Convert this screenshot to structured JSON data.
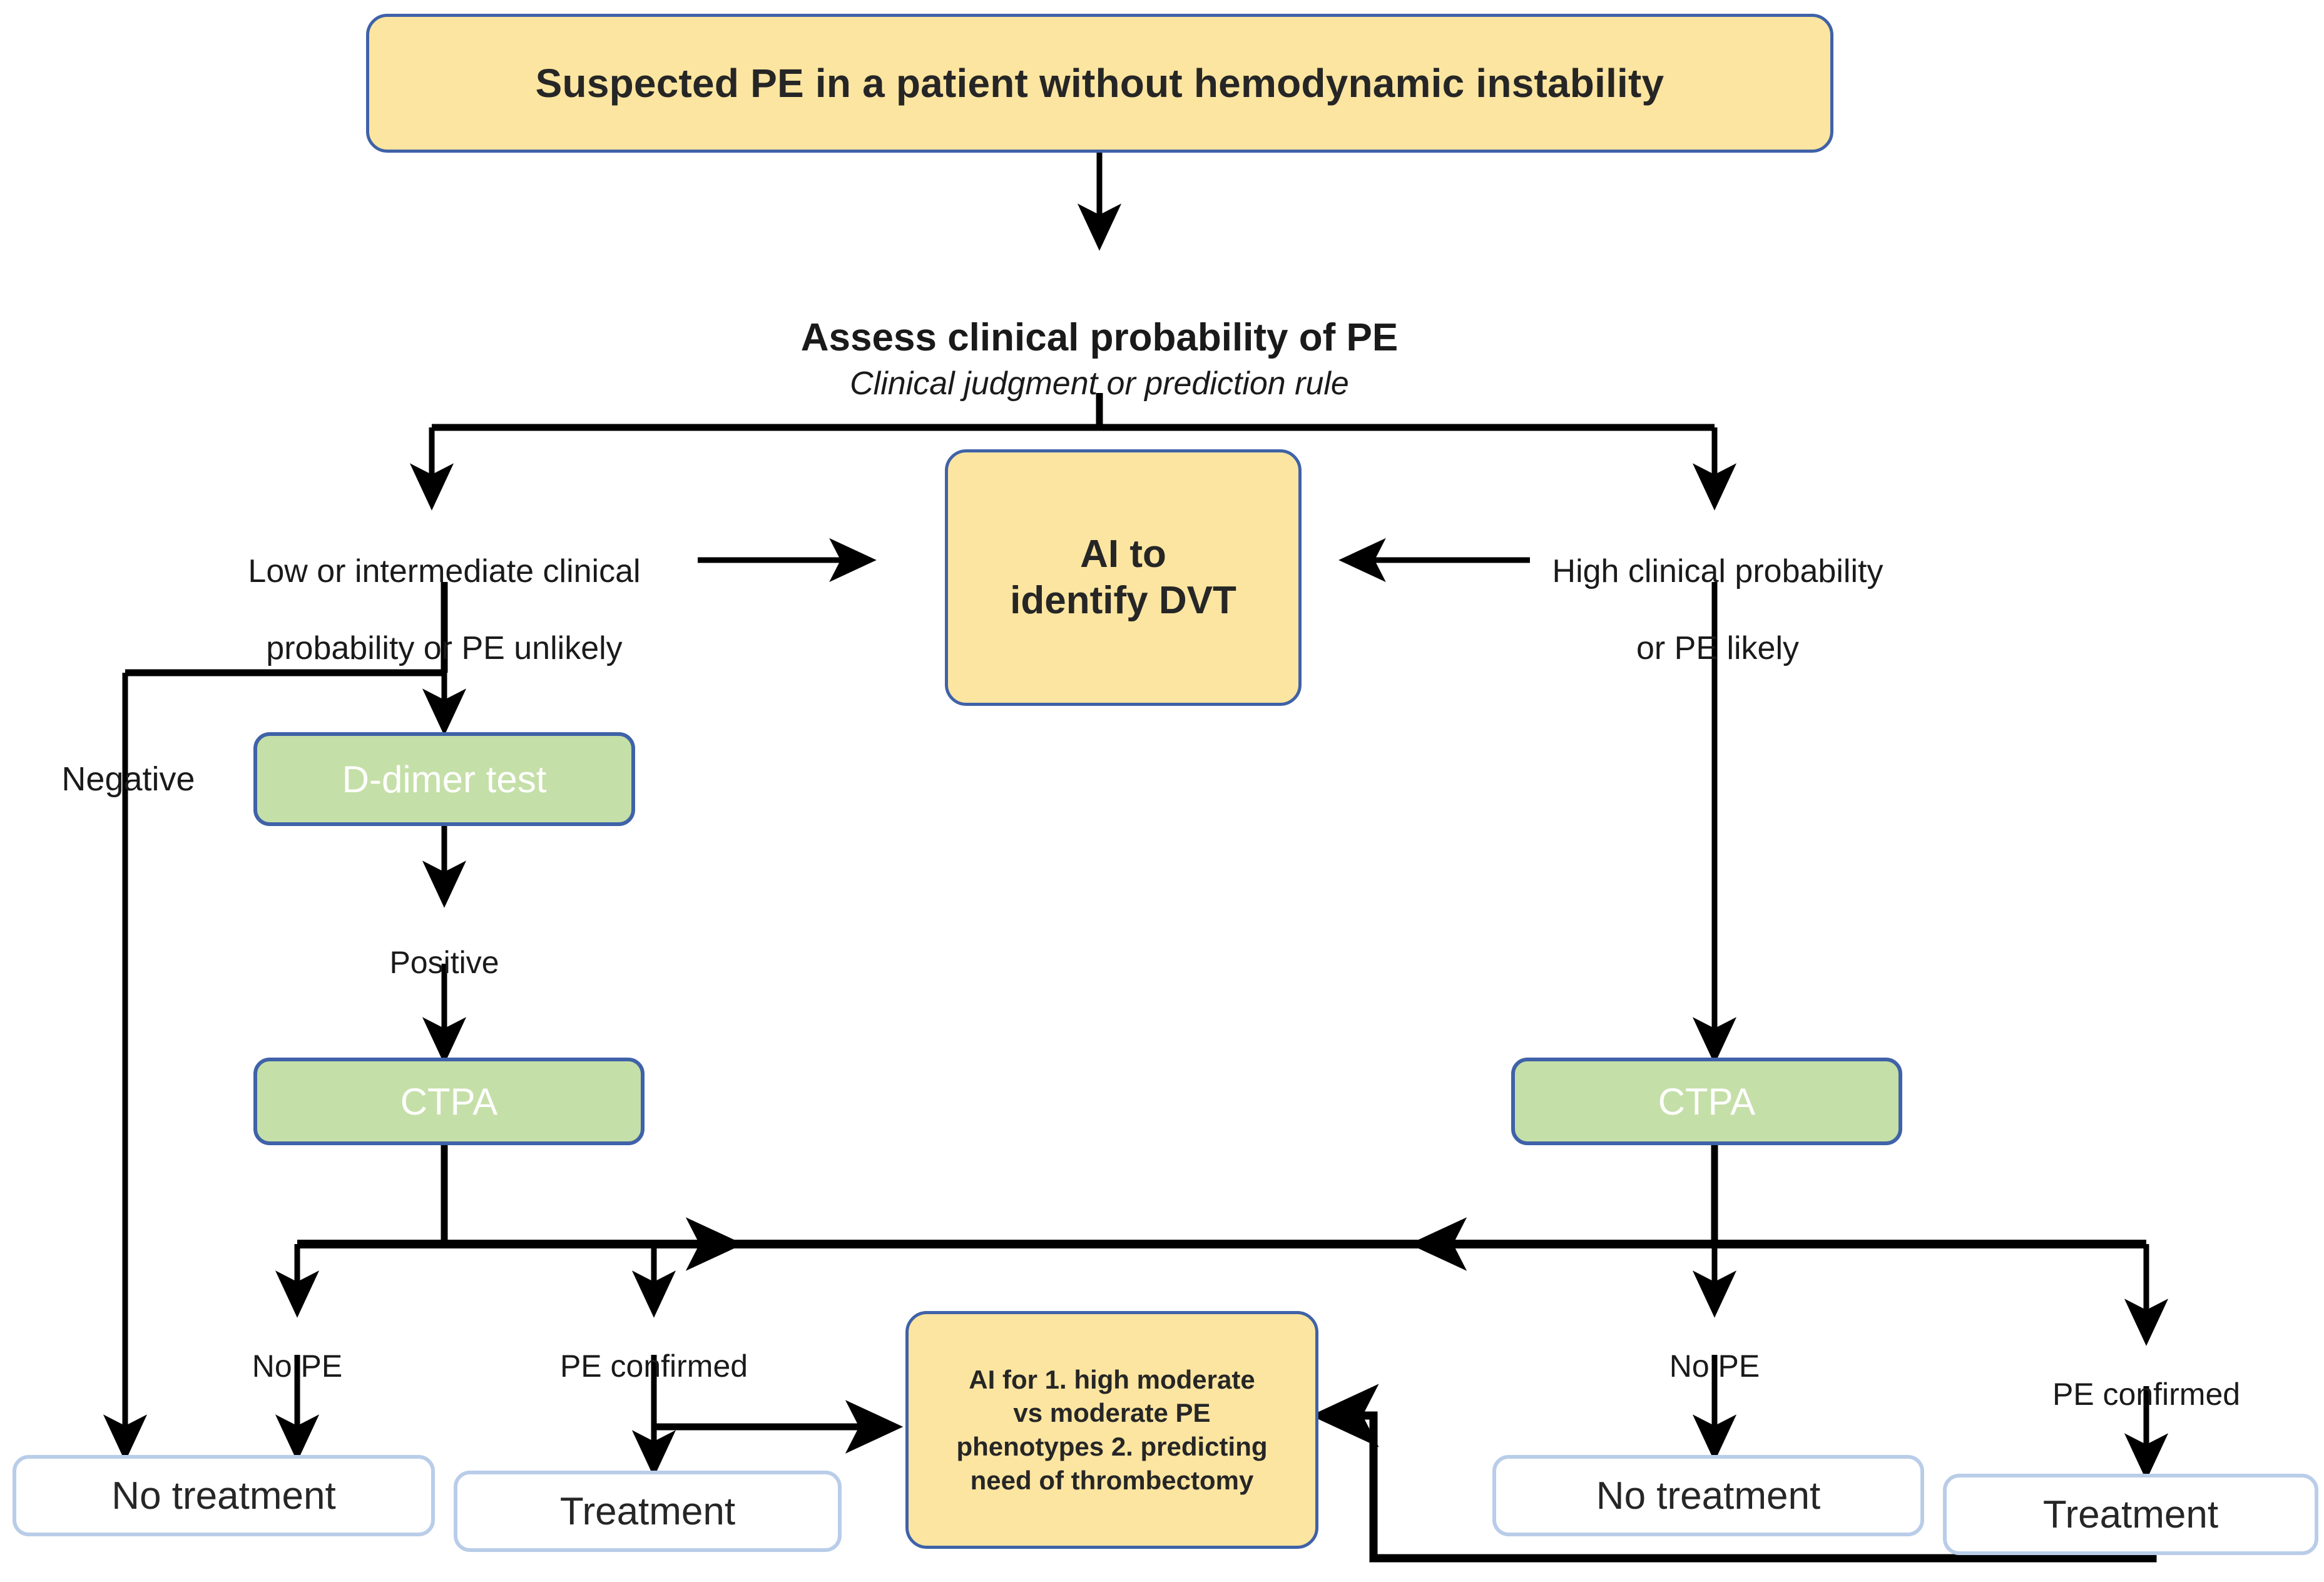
{
  "diagram": {
    "title": "Diagnostic algorithm for suspected pulmonary embolism with AI integration",
    "colors": {
      "yellow_fill": "#FCE5A0",
      "green_fill": "#C5DFA8",
      "box_border_blue": "#3F62A8",
      "outcome_border_blue": "#B9CDE9",
      "arrow_black": "#000000",
      "text_dark": "#262626",
      "white_text": "#FFFFFF"
    }
  },
  "nodes": {
    "root": {
      "label": "Suspected PE in a patient without hemodynamic instability"
    },
    "assess_title": {
      "label": "Assess clinical probability of PE"
    },
    "assess_sub": {
      "label": "Clinical judgment or prediction rule"
    },
    "branch_left": {
      "line1": "Low or intermediate clinical",
      "line2": "probability or PE unlikely"
    },
    "branch_right": {
      "line1": "High clinical probability",
      "line2": "or PE likely"
    },
    "ai_dvt": {
      "line1": "AI to",
      "line2": "identify DVT"
    },
    "d_dimer": {
      "label": "D-dimer test"
    },
    "ctpa_left": {
      "label": "CTPA"
    },
    "ctpa_right": {
      "label": "CTPA"
    },
    "ai_phenotype": {
      "line1": "AI for 1. high moderate",
      "line2": "vs moderate PE",
      "line3": "phenotypes 2. predicting",
      "line4": "need of thrombectomy"
    },
    "no_treatment_left": {
      "label": "No treatment"
    },
    "treatment_left": {
      "label": "Treatment"
    },
    "no_treatment_right": {
      "label": "No treatment"
    },
    "treatment_right": {
      "label": "Treatment"
    }
  },
  "edge_labels": {
    "negative": "Negative",
    "positive": "Positive",
    "no_pe_left": "No PE",
    "pe_confirmed_left": "PE confirmed",
    "no_pe_right": "No PE",
    "pe_confirmed_right": "PE confirmed"
  }
}
